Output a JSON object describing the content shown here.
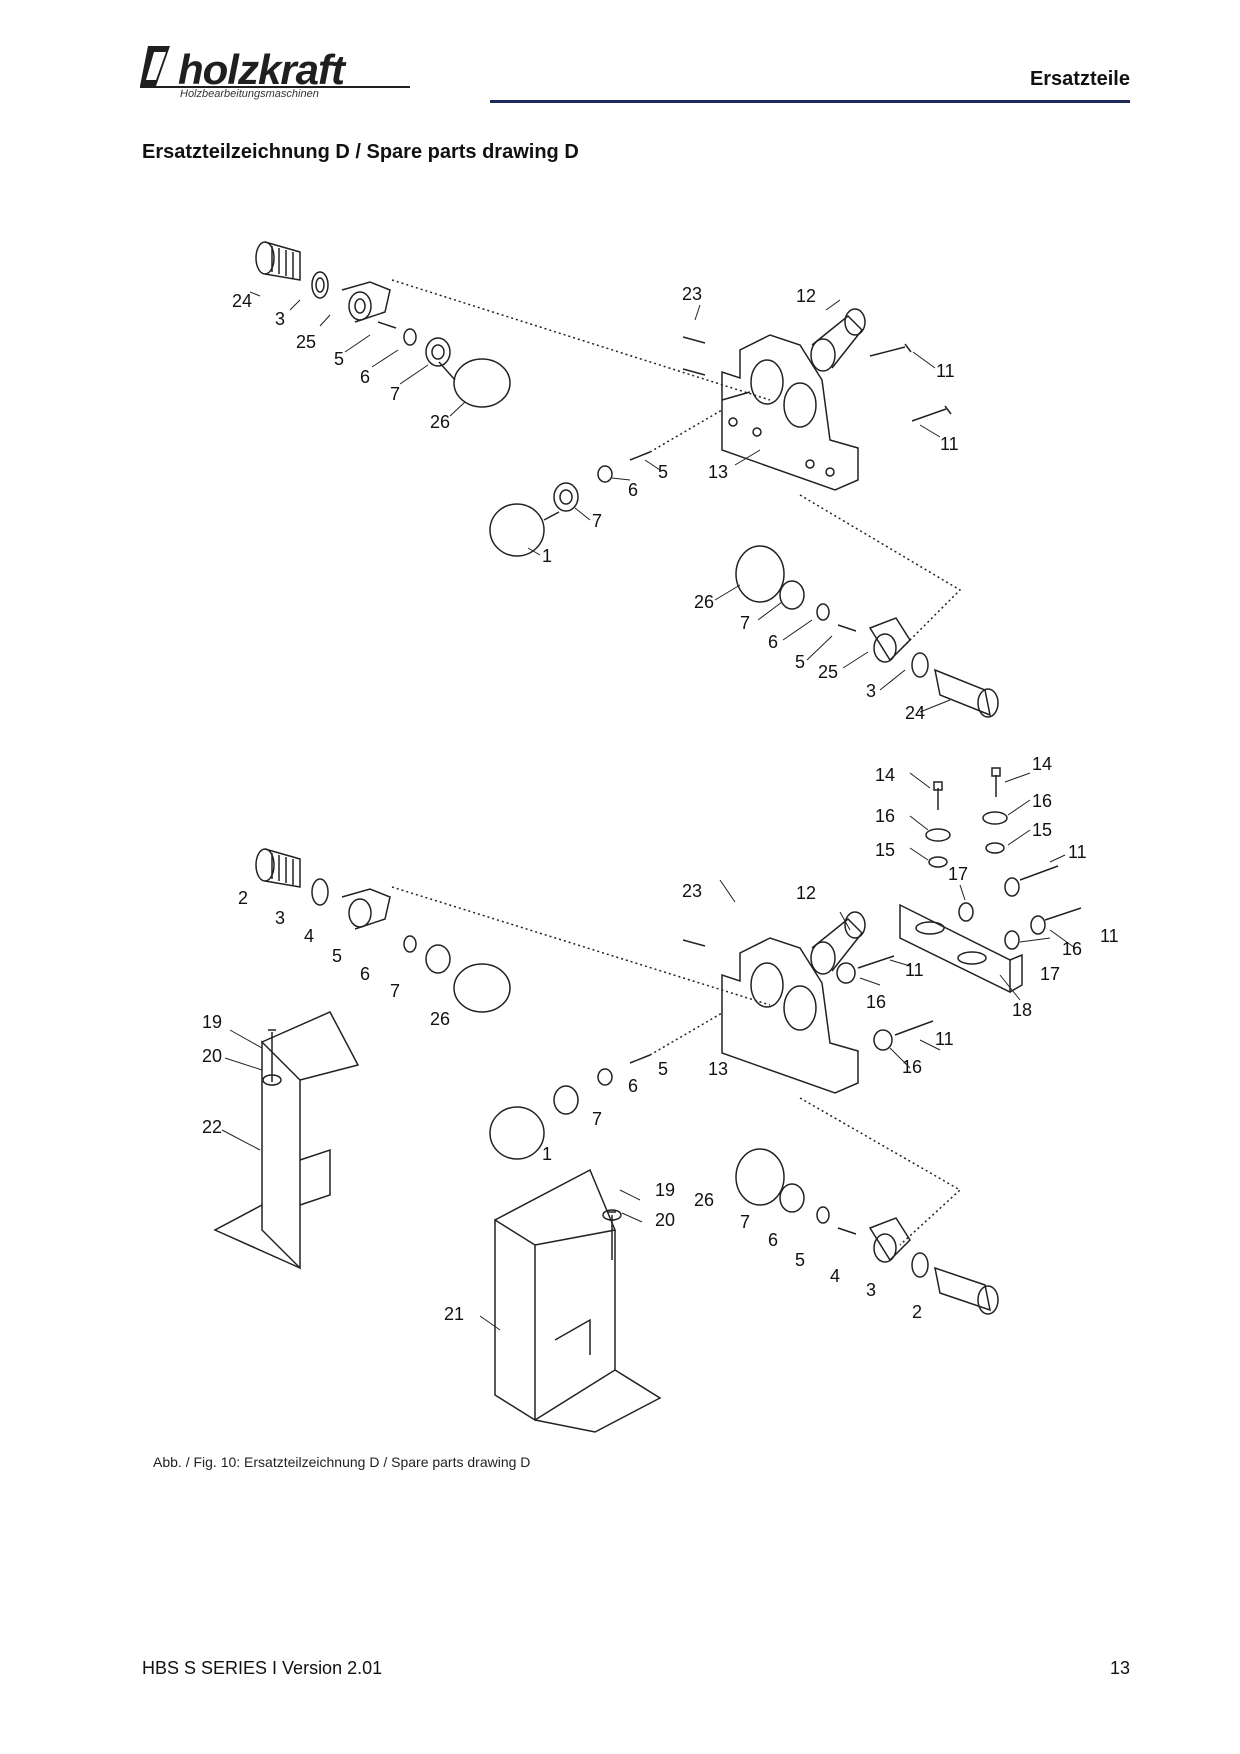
{
  "header": {
    "brand": "holzkraft",
    "brand_sub": "Holzbearbeitungsmaschinen",
    "section": "Ersatzteile"
  },
  "title": "Ersatzteilzeichnung D / Spare parts drawing D",
  "caption": "Abb. / Fig. 10: Ersatzteilzeichnung D / Spare parts drawing D",
  "footer": {
    "left": "HBS S SERIES I Version 2.01",
    "page": "13"
  },
  "callouts": {
    "top": [
      "24",
      "3",
      "25",
      "5",
      "6",
      "7",
      "26",
      "23",
      "12",
      "11",
      "11",
      "13",
      "5",
      "6",
      "7",
      "1",
      "26",
      "7",
      "6",
      "5",
      "25",
      "3",
      "24"
    ],
    "bottom": [
      "14",
      "14",
      "16",
      "16",
      "15",
      "15",
      "11",
      "17",
      "2",
      "3",
      "4",
      "5",
      "6",
      "7",
      "26",
      "23",
      "12",
      "11",
      "16",
      "17",
      "11",
      "16",
      "18",
      "11",
      "16",
      "13",
      "5",
      "6",
      "7",
      "1",
      "19",
      "20",
      "22",
      "19",
      "20",
      "21",
      "26",
      "7",
      "6",
      "5",
      "4",
      "3",
      "2"
    ]
  }
}
